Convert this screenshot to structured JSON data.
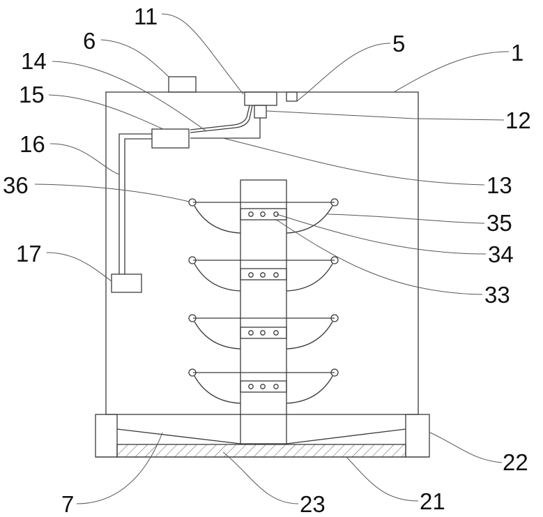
{
  "figure": {
    "type": "patent-diagram",
    "line_color": "#3a3a3a",
    "text_color": "#111111",
    "labels": {
      "l1": "1",
      "l5": "5",
      "l6": "6",
      "l7": "7",
      "l11": "11",
      "l12": "12",
      "l13": "13",
      "l14": "14",
      "l15": "15",
      "l16": "16",
      "l17": "17",
      "l21": "21",
      "l22": "22",
      "l23": "23",
      "l33": "33",
      "l34": "34",
      "l35": "35",
      "l36": "36"
    }
  }
}
